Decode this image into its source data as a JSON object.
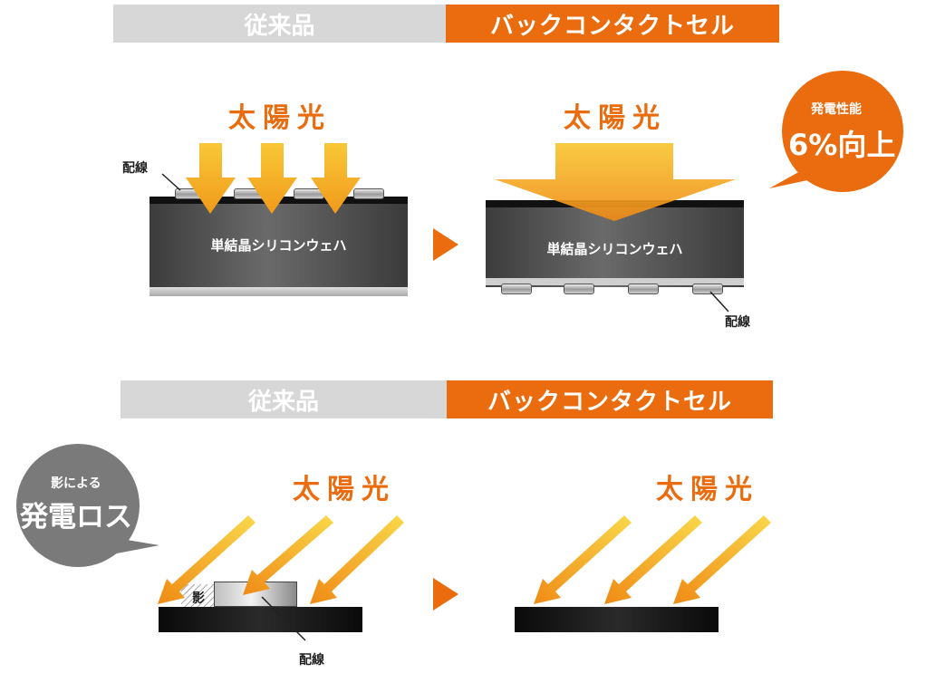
{
  "top": {
    "header": {
      "left": "従来品",
      "right": "バックコンタクトセル"
    },
    "left": {
      "sunlight": "太陽光",
      "wiring": "配線",
      "wafer": "単結晶シリコンウェハ"
    },
    "right": {
      "sunlight": "太陽光",
      "wiring": "配線",
      "wafer": "単結晶シリコンウェハ"
    },
    "callout": {
      "line1": "発電性能",
      "line2": "6%向上"
    }
  },
  "bottom": {
    "header": {
      "left": "従来品",
      "right": "バックコンタクトセル"
    },
    "left": {
      "sunlight": "太陽光",
      "shadow": "影",
      "wiring": "配線"
    },
    "right": {
      "sunlight": "太陽光"
    },
    "callout": {
      "line1": "影による",
      "line2": "発電ロス"
    }
  },
  "colors": {
    "accent": "#ea6c0e",
    "header_gray": "#d7d7d7",
    "callout_gray": "#7a7a7a",
    "arrow_yellow": "#f7c531"
  }
}
